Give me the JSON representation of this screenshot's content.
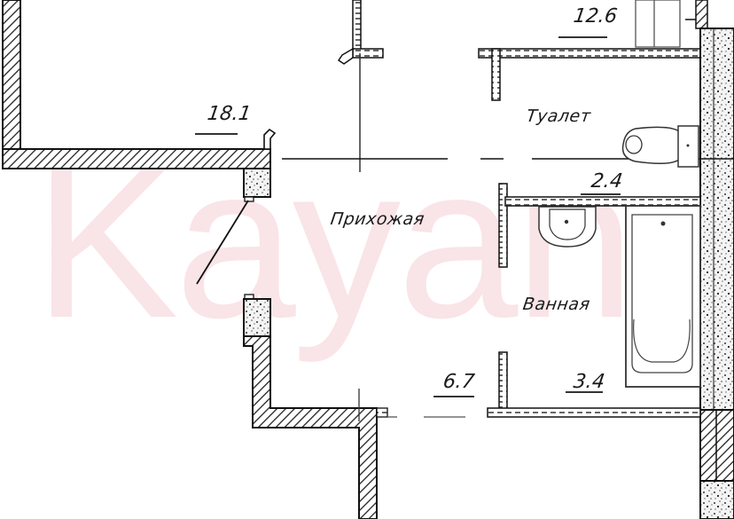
{
  "watermark": {
    "text": "Kayan",
    "color": "#ecaab4"
  },
  "rooms": [
    {
      "id": "living",
      "area": "18.1"
    },
    {
      "id": "kitchen",
      "area": "12.6"
    },
    {
      "id": "toilet",
      "name": "Туалет",
      "area": "2.4"
    },
    {
      "id": "hallway",
      "name": "Прихожая",
      "area": "6.7"
    },
    {
      "id": "bathroom",
      "name": "Ванная",
      "area": "3.4"
    }
  ],
  "fixtures": [
    {
      "id": "toilet-bowl",
      "room": "toilet"
    },
    {
      "id": "washbasin",
      "room": "bathroom"
    },
    {
      "id": "bathtub",
      "room": "bathroom"
    }
  ],
  "colors": {
    "wall_line": "#111111",
    "background": "#ffffff",
    "hatch": "#222222"
  }
}
